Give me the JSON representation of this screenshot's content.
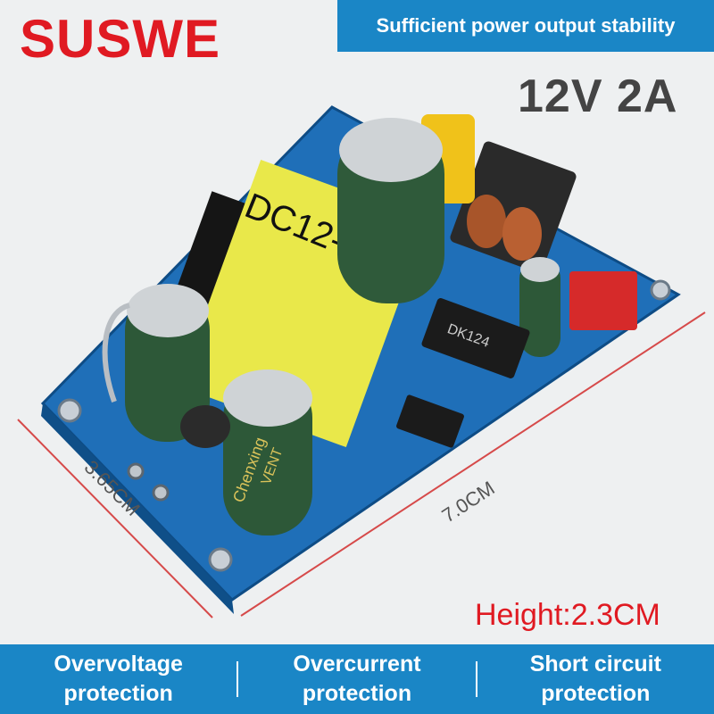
{
  "brand": "SUSWE",
  "banner_text": "Sufficient power output stability",
  "spec": "12V 2A",
  "dimensions": {
    "width_label": "7.0CM",
    "depth_label": "3.65CM",
    "height_label": "Height:2.3CM"
  },
  "board_labels": {
    "transformer": "DC12-2",
    "cap_brand": "Chenxing",
    "cap_vent": "VENT",
    "ic": "DK124"
  },
  "features": [
    {
      "line1": "Overvoltage",
      "line2": "protection"
    },
    {
      "line1": "Overcurrent",
      "line2": "protection"
    },
    {
      "line1": "Short circuit",
      "line2": "protection"
    }
  ],
  "colors": {
    "accent_red": "#e01a22",
    "banner_blue": "#1a86c6",
    "pcb_blue": "#1f6fb8"
  }
}
